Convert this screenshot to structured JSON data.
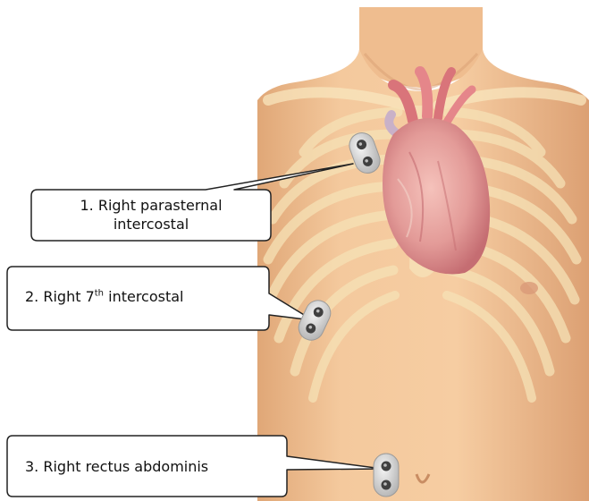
{
  "colors": {
    "skin": "#f3c89b",
    "skin_shadow": "#dea57a",
    "ribcage": "#f6e2b6",
    "heart": "#e49a9a",
    "electrode_pad": "#d8d8d8",
    "electrode_stud": "#404040",
    "callout_fill": "#ffffff",
    "callout_stroke": "#222222"
  },
  "labels": [
    {
      "number": "1.",
      "line1": "Right parasternal",
      "line2": "intercostal",
      "icon": "electrode-icon"
    },
    {
      "number": "2.",
      "text_before": "Right 7",
      "superscript": "th",
      "text_after": " intercostal",
      "icon": "electrode-icon"
    },
    {
      "number": "3.",
      "text": "Right rectus abdominis",
      "icon": "electrode-icon"
    }
  ]
}
